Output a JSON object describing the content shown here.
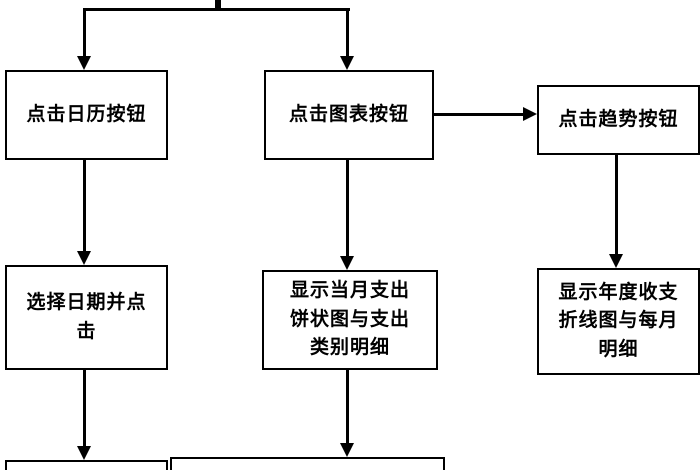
{
  "diagram": {
    "type": "flowchart",
    "language": "zh",
    "colors": {
      "background": "#ffffff",
      "box_fill": "#ffffff",
      "box_border": "#000000",
      "connector": "#000000",
      "text": "#000000"
    }
  },
  "nodes": {
    "calendar_btn": {
      "label": "点击日历按钮"
    },
    "chart_btn": {
      "label": "点击图表按钮"
    },
    "trend_btn": {
      "label": "点击趋势按钮"
    },
    "select_date": {
      "label": "选择日期并点\n击"
    },
    "month_pie": {
      "label": "显示当月支出\n饼状图与支出\n类别明细"
    },
    "year_line": {
      "label": "显示年度收支\n折线图与每月\n明细"
    }
  },
  "edges": [
    {
      "from": "root",
      "to": "calendar_btn"
    },
    {
      "from": "root",
      "to": "chart_btn"
    },
    {
      "from": "chart_btn",
      "to": "trend_btn"
    },
    {
      "from": "calendar_btn",
      "to": "select_date"
    },
    {
      "from": "chart_btn",
      "to": "month_pie"
    },
    {
      "from": "trend_btn",
      "to": "year_line"
    },
    {
      "from": "select_date",
      "to": "bottom_left"
    },
    {
      "from": "month_pie",
      "to": "bottom_center"
    }
  ]
}
